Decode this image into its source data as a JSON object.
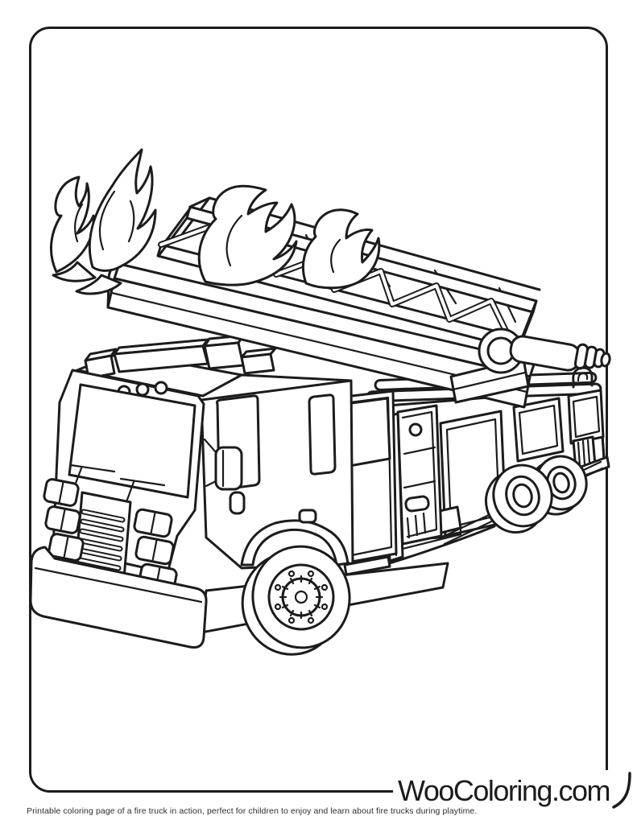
{
  "page": {
    "ink_color": "#1c1c1c",
    "paper_color": "#ffffff"
  },
  "footer": {
    "brand": "WooColoring.com",
    "caption": "Printable coloring page of a fire truck in action, perfect for children to enjoy and learn about fire trucks during playtime."
  },
  "illustration": {
    "subject": "Fire truck in action with extended aerial ladder and flames",
    "style": "black and white line-art coloring drawing",
    "elements": [
      "flames",
      "aerial-ladder-truss",
      "ladder-boom",
      "hydraulic-cylinder",
      "cab",
      "light-bar",
      "warning-lights",
      "windshield",
      "wipers",
      "mirror",
      "grille",
      "headlights",
      "front-bumper",
      "front-wheel",
      "dual-rear-wheels",
      "equipment-compartments",
      "hose-bed-rails",
      "crew-door",
      "open-tool-compartment",
      "rear-step"
    ]
  }
}
